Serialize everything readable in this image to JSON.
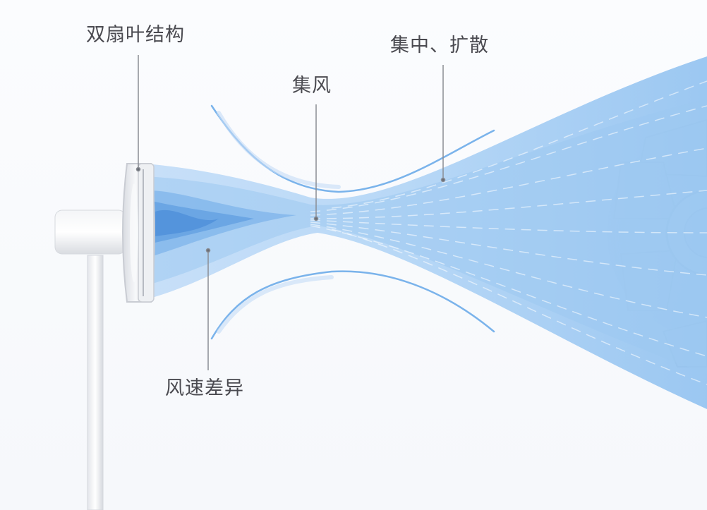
{
  "labels": {
    "double_blade": "双扇叶结构",
    "concentrate_diffuse": "集中、扩散",
    "collect_wind": "集风",
    "speed_difference": "风速差异"
  },
  "colors": {
    "airflow_light": "#d6e8fb",
    "airflow_mid": "#9fcaf3",
    "airflow_dark": "#4b97e0",
    "fan_body": "#e9ebef",
    "fan_edge": "#c9ccd3",
    "leader_line": "#8a8d94",
    "text": "#4a4a50"
  }
}
